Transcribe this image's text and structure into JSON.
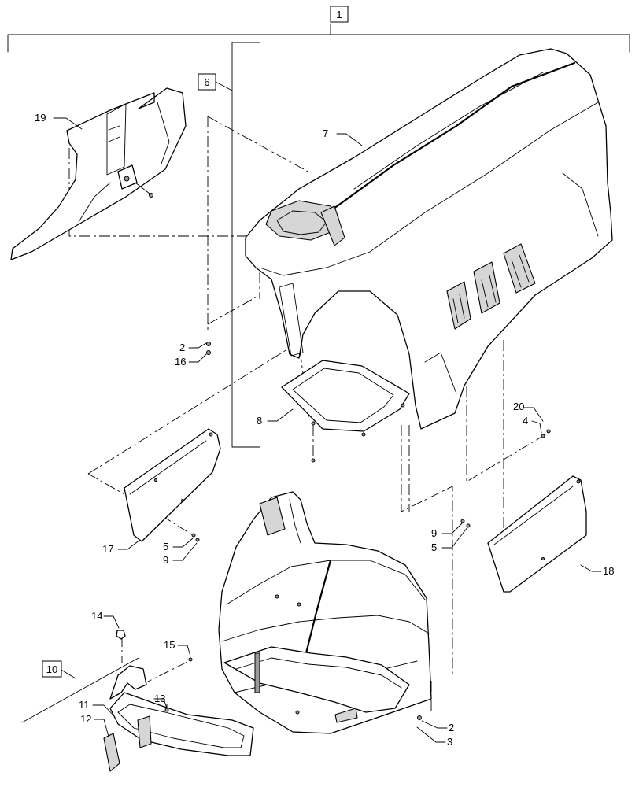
{
  "callouts": {
    "c1": "1",
    "c2a": "2",
    "c2b": "2",
    "c3": "3",
    "c4": "4",
    "c5a": "5",
    "c5b": "5",
    "c6": "6",
    "c7": "7",
    "c8": "8",
    "c9a": "9",
    "c9b": "9",
    "c10": "10",
    "c11": "11",
    "c12": "12",
    "c13": "13",
    "c14": "14",
    "c15": "15",
    "c16": "16",
    "c17": "17",
    "c18": "18",
    "c19": "19",
    "c20": "20"
  }
}
